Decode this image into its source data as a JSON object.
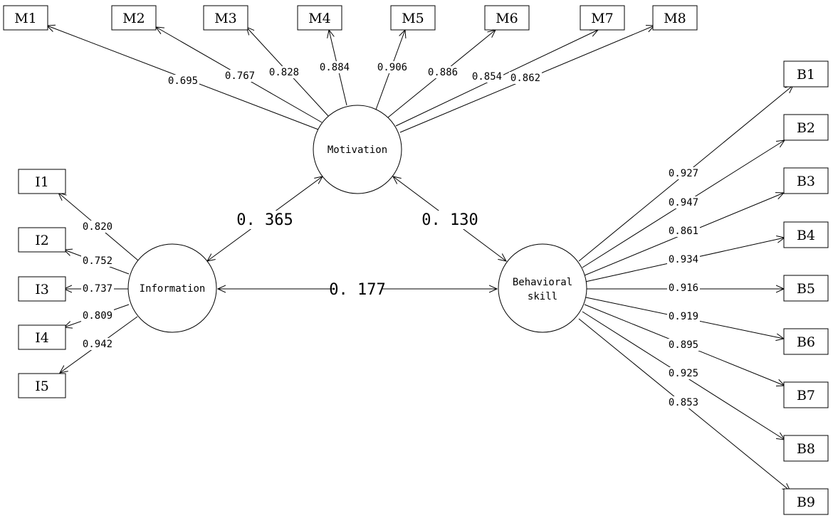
{
  "constructs": {
    "motivation": {
      "label": "Motivation"
    },
    "information": {
      "label": "Information"
    },
    "behavioral": {
      "label_line1": "Behavioral",
      "label_line2": "skill"
    }
  },
  "indicators": {
    "motivation": [
      {
        "label": "M1",
        "loading": "0.695"
      },
      {
        "label": "M2",
        "loading": "0.767"
      },
      {
        "label": "M3",
        "loading": "0.828"
      },
      {
        "label": "M4",
        "loading": "0.884"
      },
      {
        "label": "M5",
        "loading": "0.906"
      },
      {
        "label": "M6",
        "loading": "0.886"
      },
      {
        "label": "M7",
        "loading": "0.854"
      },
      {
        "label": "M8",
        "loading": "0.862"
      }
    ],
    "information": [
      {
        "label": "I1",
        "loading": "0.820"
      },
      {
        "label": "I2",
        "loading": "0.752"
      },
      {
        "label": "I3",
        "loading": "0.737"
      },
      {
        "label": "I4",
        "loading": "0.809"
      },
      {
        "label": "I5",
        "loading": "0.942"
      }
    ],
    "behavioral": [
      {
        "label": "B1",
        "loading": "0.927"
      },
      {
        "label": "B2",
        "loading": "0.947"
      },
      {
        "label": "B3",
        "loading": "0.861"
      },
      {
        "label": "B4",
        "loading": "0.934"
      },
      {
        "label": "B5",
        "loading": "0.916"
      },
      {
        "label": "B6",
        "loading": "0.919"
      },
      {
        "label": "B7",
        "loading": "0.895"
      },
      {
        "label": "B8",
        "loading": "0.925"
      },
      {
        "label": "B9",
        "loading": "0.853"
      }
    ]
  },
  "paths": [
    {
      "from": "information",
      "to": "motivation",
      "coefficient": "0. 365"
    },
    {
      "from": "motivation",
      "to": "behavioral",
      "coefficient": "0. 130"
    },
    {
      "from": "information",
      "to": "behavioral",
      "coefficient": "0. 177"
    }
  ]
}
